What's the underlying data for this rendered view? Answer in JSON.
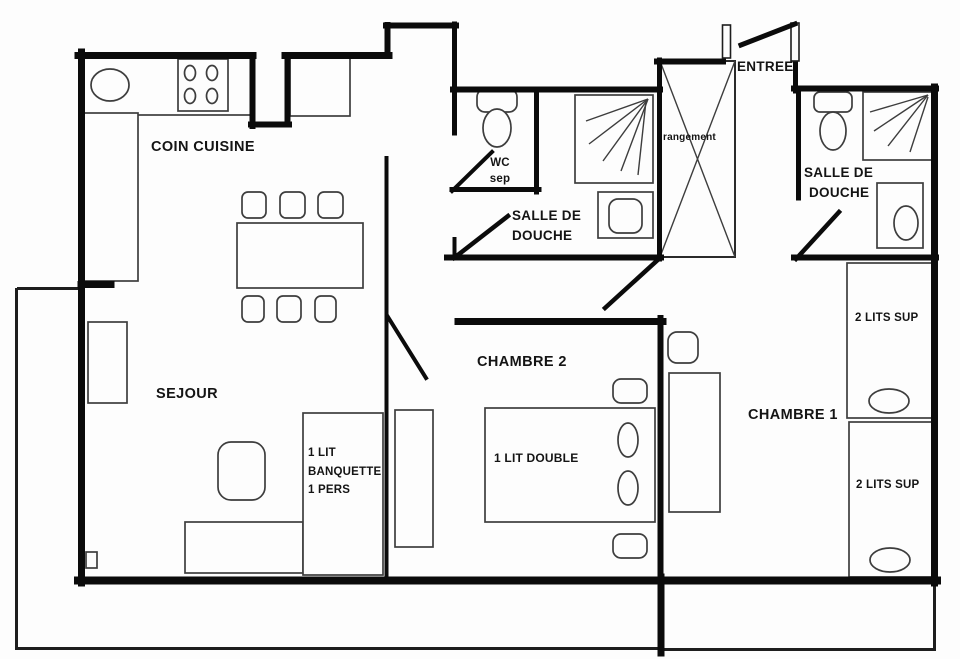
{
  "colors": {
    "background": "#fdfdfd",
    "wall": "#0b0b0b",
    "furniture": "#3d3d3d",
    "text": "#141414"
  },
  "rooms": {
    "kitchen": {
      "label": "COIN CUISINE"
    },
    "living": {
      "label": "SEJOUR"
    },
    "bedroom2": {
      "label": "CHAMBRE 2"
    },
    "bedroom1": {
      "label": "CHAMBRE 1"
    },
    "shower_center": {
      "line1": "SALLE DE",
      "line2": "DOUCHE"
    },
    "shower_right": {
      "line1": "SALLE DE",
      "line2": "DOUCHE"
    },
    "wc": {
      "line1": "WC",
      "line2": "sep"
    },
    "entrance": {
      "label": "ENTREE"
    },
    "storage": {
      "label": "rangement"
    }
  },
  "furniture_labels": {
    "double_bed": {
      "label": "1 LIT DOUBLE"
    },
    "banquette": {
      "line1": "1 LIT",
      "line2": "BANQUETTE",
      "line3": "1 PERS"
    },
    "bunk_top": {
      "label": "2 LITS SUP"
    },
    "bunk_bottom": {
      "label": "2 LITS SUP"
    }
  }
}
